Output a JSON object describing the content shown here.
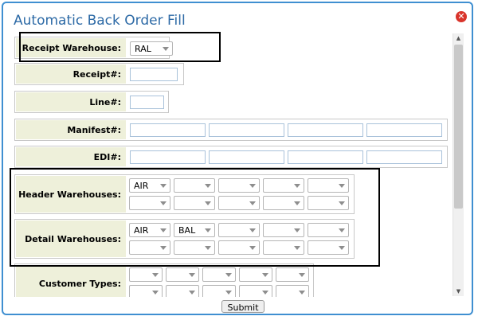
{
  "dialog": {
    "title": "Automatic Back Order Fill",
    "close_icon": "close-icon",
    "submit_label": "Submit"
  },
  "receipt_warehouse": {
    "label": "Receipt Warehouse:",
    "value": "RAL"
  },
  "receipt_no": {
    "label": "Receipt#:",
    "value": ""
  },
  "line_no": {
    "label": "Line#:",
    "value": ""
  },
  "manifest": {
    "label": "Manifest#:",
    "values": [
      "",
      "",
      "",
      ""
    ]
  },
  "edi": {
    "label": "EDI#:",
    "values": [
      "",
      "",
      "",
      ""
    ]
  },
  "header_warehouses": {
    "label": "Header Warehouses:",
    "values": [
      "AIR",
      "",
      "",
      "",
      "",
      "",
      "",
      "",
      "",
      ""
    ]
  },
  "detail_warehouses": {
    "label": "Detail Warehouses:",
    "values": [
      "AIR",
      "BAL",
      "",
      "",
      "",
      "",
      "",
      "",
      "",
      ""
    ]
  },
  "customer_types": {
    "label": "Customer Types:",
    "values": [
      "",
      "",
      "",
      "",
      "",
      "",
      "",
      "",
      "",
      ""
    ]
  },
  "scrollbar": {
    "up_icon": "scroll-up-icon",
    "down_icon": "scroll-down-icon"
  }
}
